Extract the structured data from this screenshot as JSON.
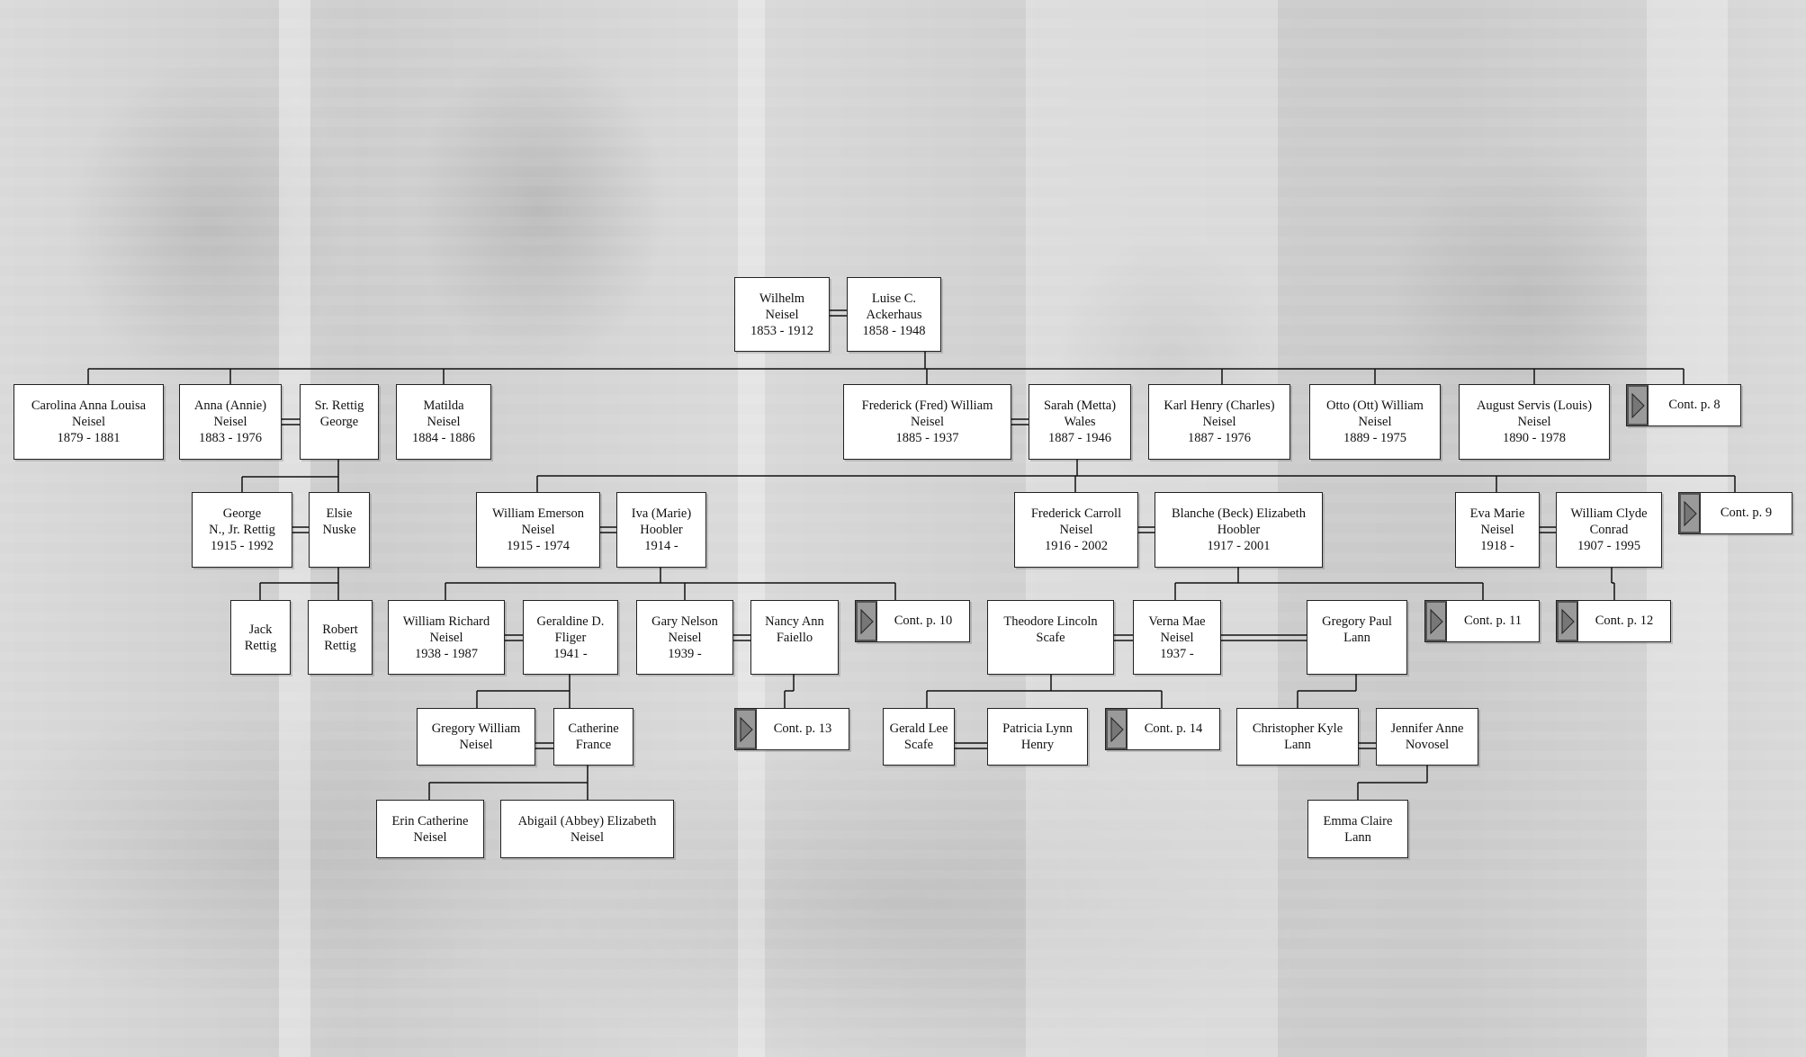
{
  "people": [
    {
      "id": "wilhelm",
      "text": "Wilhelm\nNeisel\n1853 - 1912"
    },
    {
      "id": "luise",
      "text": "Luise C.\nAckerhaus\n1858 - 1948"
    },
    {
      "id": "carolina",
      "text": "Carolina Anna Louisa\nNeisel\n1879 - 1881"
    },
    {
      "id": "anna",
      "text": "Anna (Annie)\nNeisel\n1883 - 1976"
    },
    {
      "id": "rettig_sr",
      "text": "Sr. Rettig\nGeorge"
    },
    {
      "id": "matilda",
      "text": "Matilda\nNeisel\n1884 - 1886"
    },
    {
      "id": "frederick",
      "text": "Frederick (Fred) William\nNeisel\n1885 - 1937"
    },
    {
      "id": "sarah",
      "text": "Sarah (Metta)\nWales\n1887 - 1946"
    },
    {
      "id": "karl",
      "text": "Karl Henry (Charles)\nNeisel\n1887 - 1976"
    },
    {
      "id": "otto",
      "text": "Otto (Ott) William\nNeisel\n1889 - 1975"
    },
    {
      "id": "august",
      "text": "August Servis (Louis)\nNeisel\n1890 - 1978"
    },
    {
      "id": "george_jr",
      "text": "George\nN., Jr. Rettig\n1915 - 1992"
    },
    {
      "id": "elsie",
      "text": "Elsie\nNuske"
    },
    {
      "id": "william_e",
      "text": "William Emerson\nNeisel\n1915 - 1974"
    },
    {
      "id": "iva",
      "text": "Iva (Marie)\nHoobler\n1914 -"
    },
    {
      "id": "frederick_c",
      "text": "Frederick Carroll\nNeisel\n1916 - 2002"
    },
    {
      "id": "blanche",
      "text": "Blanche (Beck) Elizabeth\nHoobler\n1917 - 2001"
    },
    {
      "id": "eva",
      "text": "Eva Marie\nNeisel\n1918 -"
    },
    {
      "id": "william_c",
      "text": "William Clyde\nConrad\n1907 - 1995"
    },
    {
      "id": "jack",
      "text": "Jack\nRettig"
    },
    {
      "id": "robert",
      "text": "Robert\nRettig"
    },
    {
      "id": "william_r",
      "text": "William Richard\nNeisel\n1938 - 1987"
    },
    {
      "id": "geraldine",
      "text": "Geraldine D.\nFliger\n1941 -"
    },
    {
      "id": "gary",
      "text": "Gary Nelson\nNeisel\n1939 -"
    },
    {
      "id": "nancy",
      "text": "Nancy Ann\nFaiello"
    },
    {
      "id": "theodore",
      "text": "Theodore Lincoln\nScafe"
    },
    {
      "id": "verna",
      "text": "Verna Mae\nNeisel\n1937 -"
    },
    {
      "id": "gregory_p",
      "text": "Gregory Paul\nLann"
    },
    {
      "id": "gregory_w",
      "text": "Gregory William\nNeisel"
    },
    {
      "id": "catherine",
      "text": "Catherine\nFrance"
    },
    {
      "id": "gerald",
      "text": "Gerald Lee\nScafe"
    },
    {
      "id": "patricia",
      "text": "Patricia Lynn\nHenry"
    },
    {
      "id": "christopher",
      "text": "Christopher Kyle\nLann"
    },
    {
      "id": "jennifer",
      "text": "Jennifer Anne\nNovosel"
    },
    {
      "id": "erin",
      "text": "Erin Catherine\nNeisel"
    },
    {
      "id": "abigail",
      "text": "Abigail (Abbey) Elizabeth\nNeisel"
    },
    {
      "id": "emma",
      "text": "Emma Claire\nLann"
    }
  ],
  "continuations": [
    {
      "id": "p8",
      "label": "Cont. p. 8"
    },
    {
      "id": "p9",
      "label": "Cont. p. 9"
    },
    {
      "id": "p10",
      "label": "Cont. p. 10"
    },
    {
      "id": "p11",
      "label": "Cont. p. 11"
    },
    {
      "id": "p12",
      "label": "Cont. p. 12"
    },
    {
      "id": "p13",
      "label": "Cont. p. 13"
    },
    {
      "id": "p14",
      "label": "Cont. p. 14"
    }
  ],
  "icons": {
    "continuation": "triangle-right-icon"
  }
}
